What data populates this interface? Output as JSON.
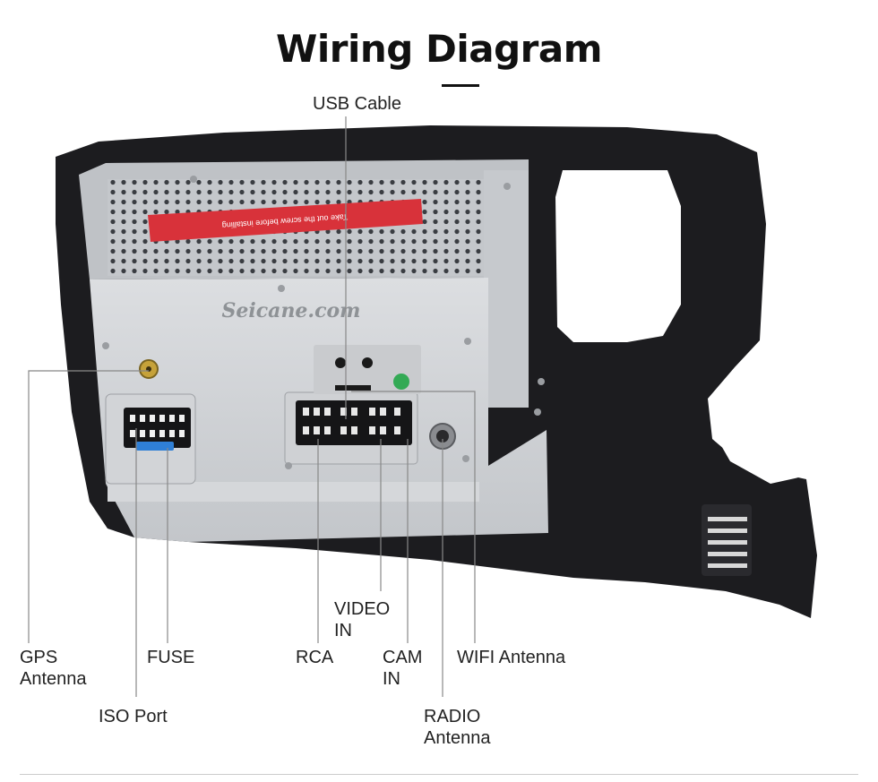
{
  "title": "Wiring Diagram",
  "watermark": "Seicane.com",
  "sticker_text": "Take out the screw before installing",
  "labels": {
    "usb_cable": "USB Cable",
    "gps_antenna_1": "GPS",
    "gps_antenna_2": "Antenna",
    "iso_port": "ISO Port",
    "fuse": "FUSE",
    "rca": "RCA",
    "video_in_1": "VIDEO",
    "video_in_2": "IN",
    "cam_in_1": "CAM",
    "cam_in_2": "IN",
    "wifi_antenna": "WIFI Antenna",
    "radio_antenna_1": "RADIO",
    "radio_antenna_2": "Antenna"
  },
  "colors": {
    "frame": "#1a1a1c",
    "housing": "#c9ccd0",
    "sticker": "#d8323a",
    "callout": "#888888",
    "fuse": "#2f7fd6"
  }
}
